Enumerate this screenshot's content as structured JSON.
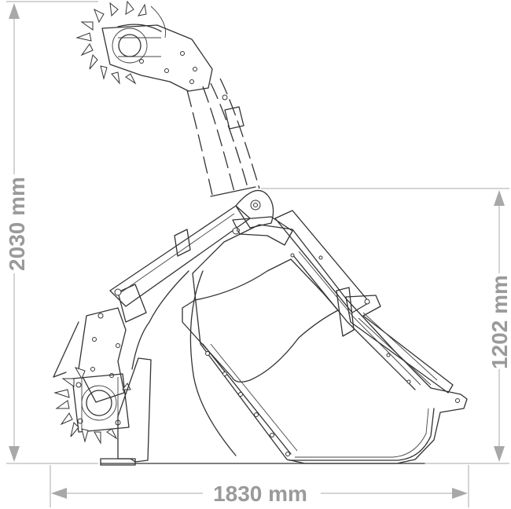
{
  "dimensions": {
    "height_total": "2030 mm",
    "width_total": "1830 mm",
    "height_body": "1202 mm"
  },
  "colors": {
    "dimension": "#a8a8a8",
    "line": "#333333",
    "background": "#ffffff"
  }
}
